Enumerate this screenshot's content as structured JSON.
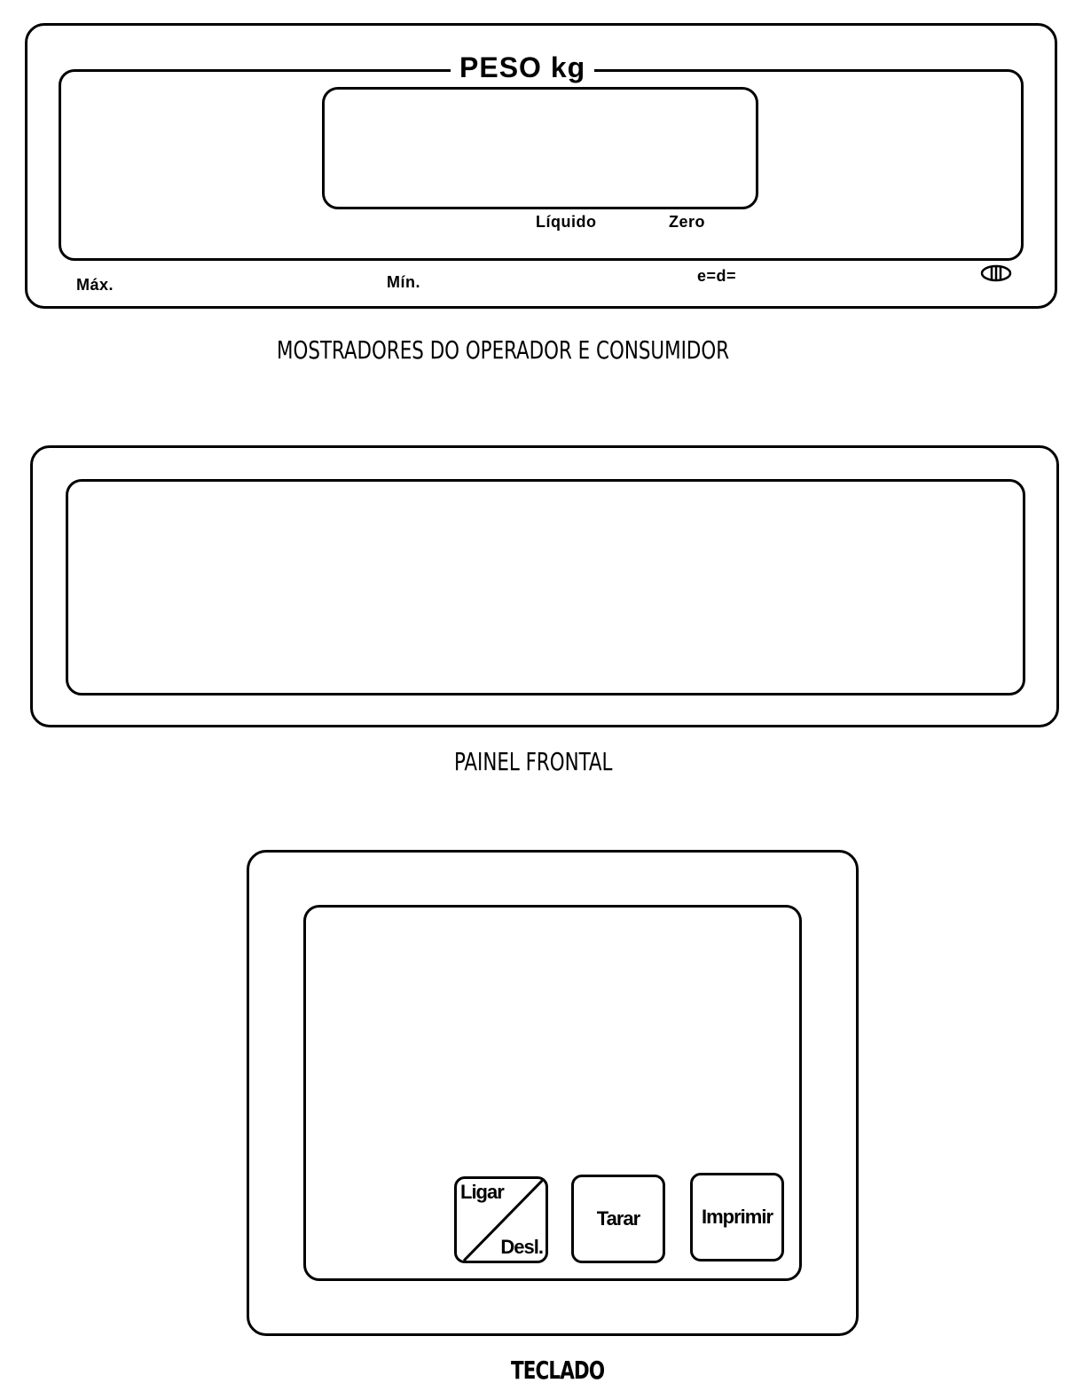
{
  "display": {
    "title": "PESO kg",
    "liquido_label": "Líquido",
    "zero_label": "Zero",
    "max_label": "Máx.",
    "min_label": "Mín.",
    "ed_label": "e=d=",
    "accuracy_class_icon": "class-III-icon",
    "caption": "MOSTRADORES DO OPERADOR E CONSUMIDOR"
  },
  "front_panel": {
    "caption": "PAINEL FRONTAL"
  },
  "keyboard": {
    "caption": "TECLADO",
    "keys": {
      "on_label": "Ligar",
      "off_label": "Desl.",
      "tare_label": "Tarar",
      "print_label": "Imprimir"
    }
  }
}
